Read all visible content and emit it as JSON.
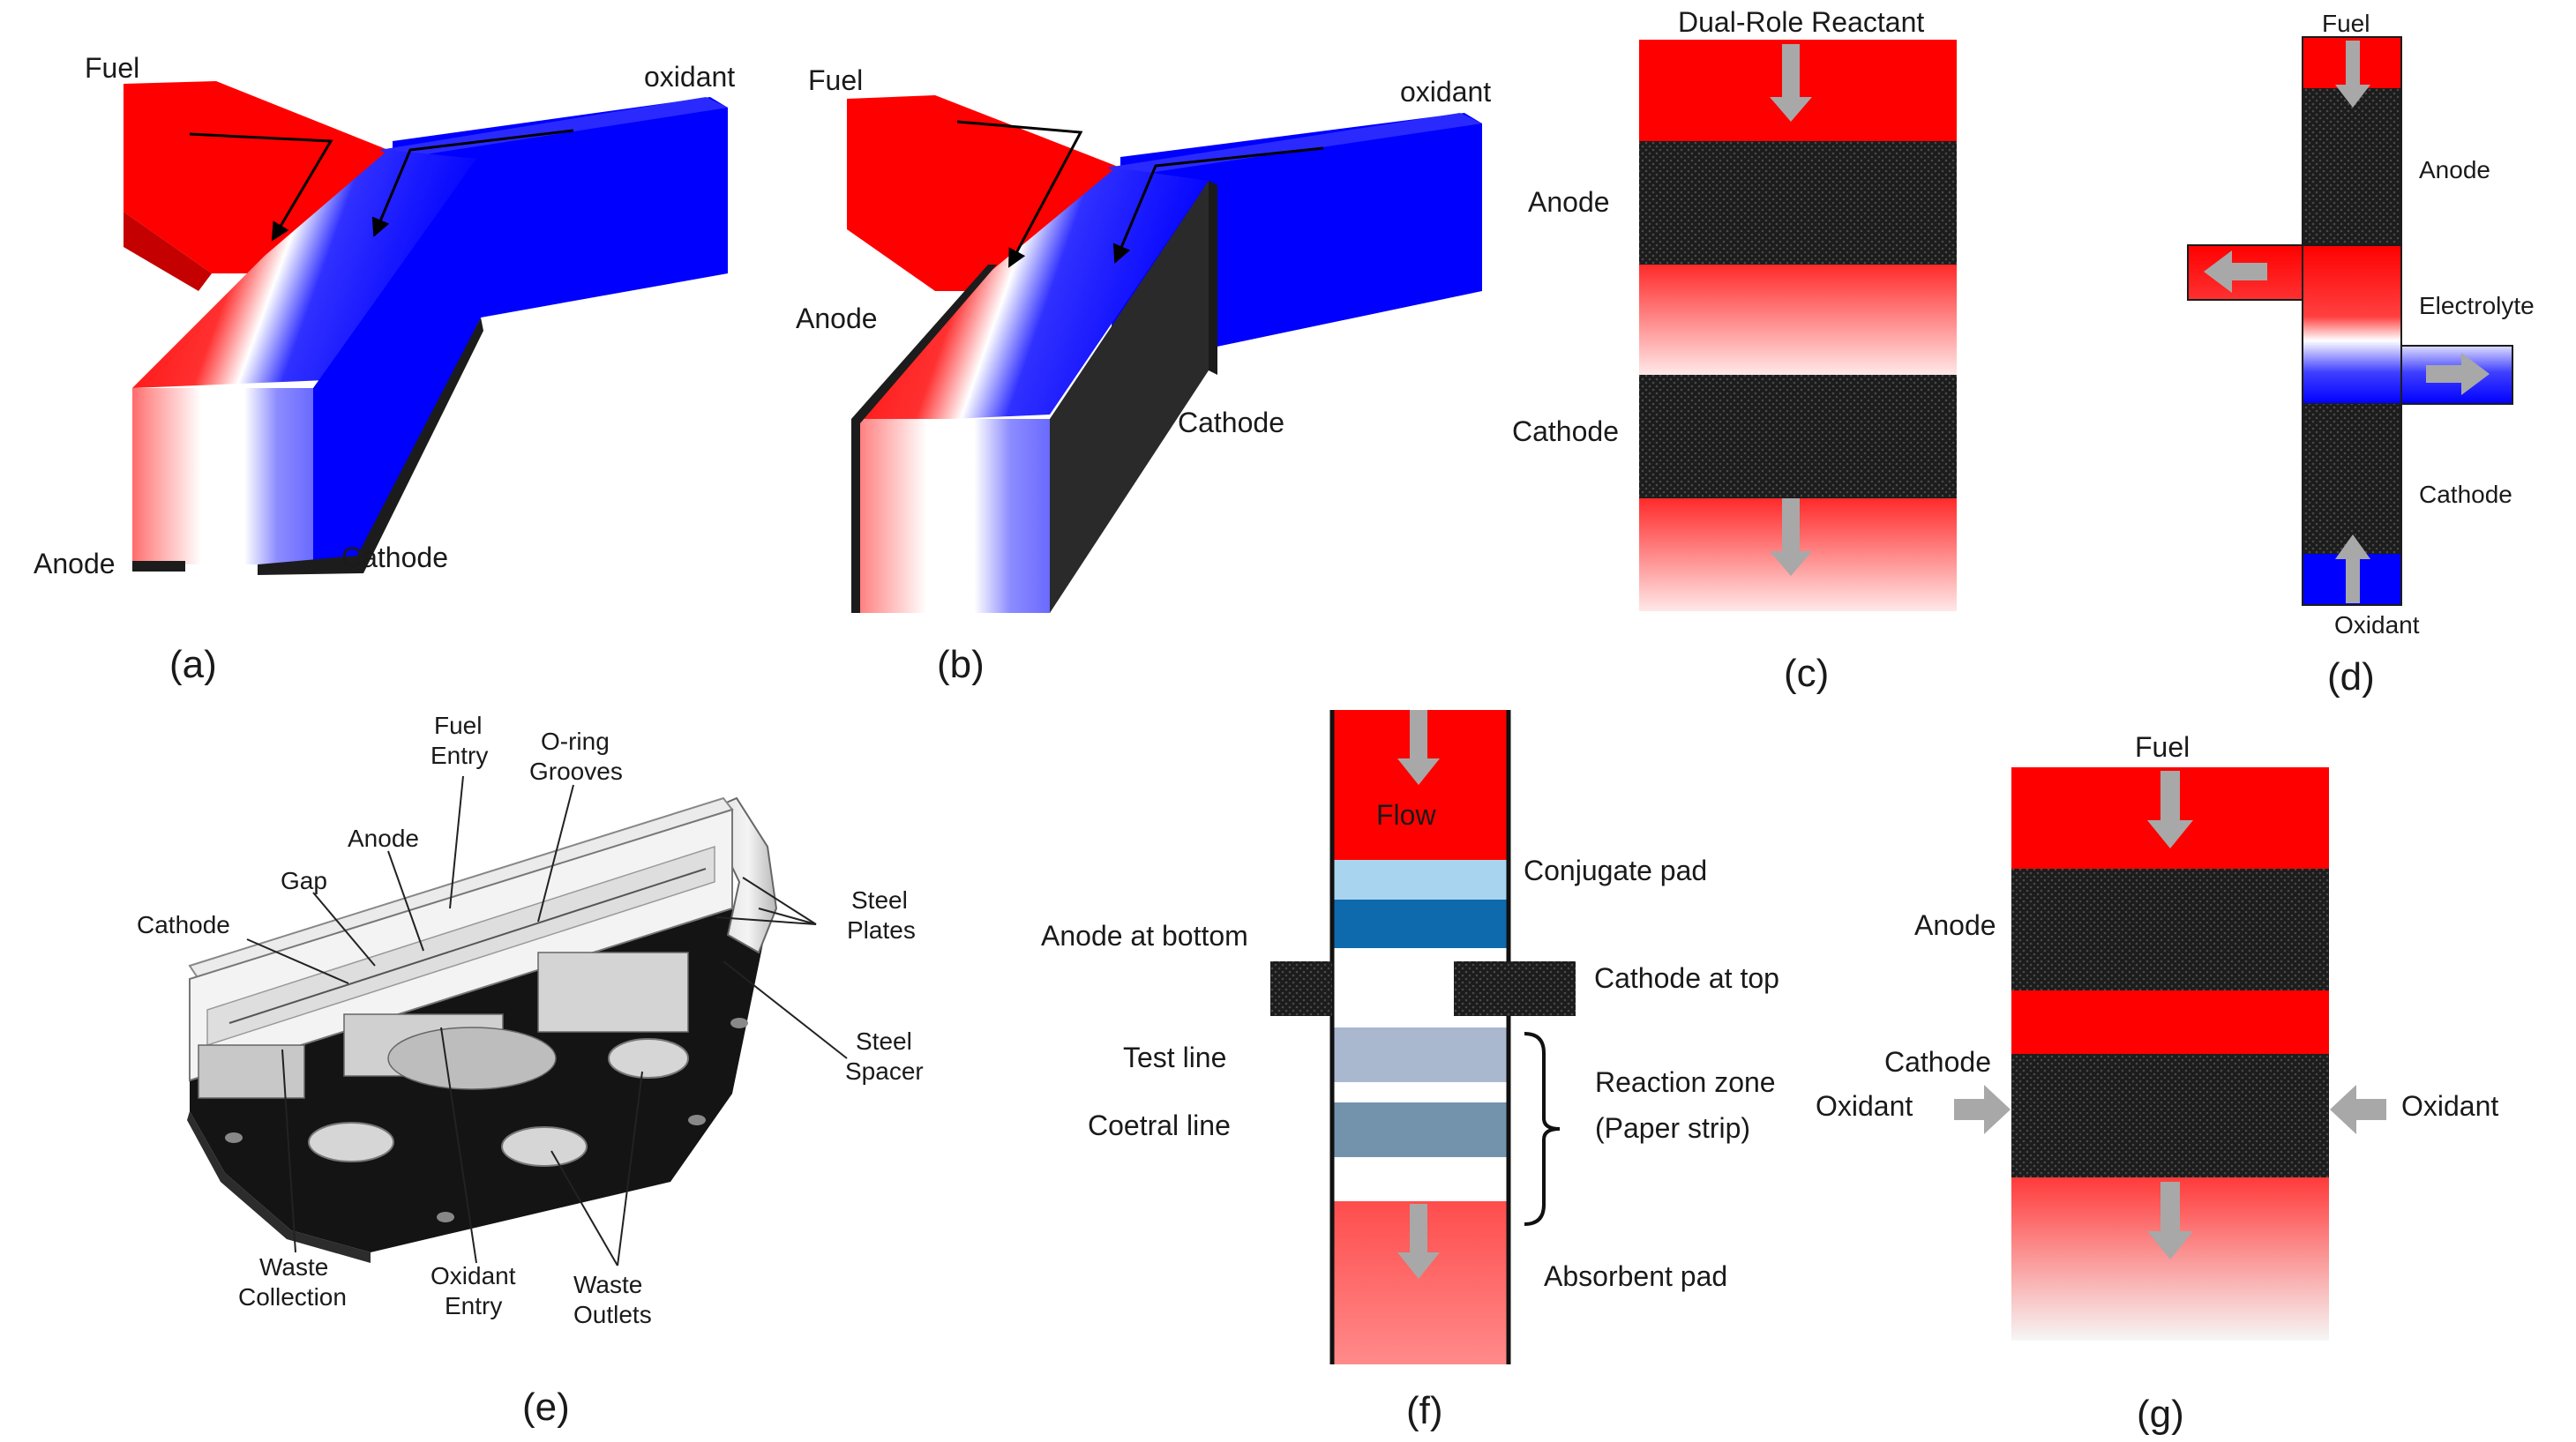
{
  "panels": {
    "a": {
      "caption": "(a)",
      "fuel": "Fuel",
      "oxidant": "oxidant",
      "anode": "Anode",
      "cathode": "Cathode"
    },
    "b": {
      "caption": "(b)",
      "fuel": "Fuel",
      "oxidant": "oxidant",
      "anode": "Anode",
      "cathode": "Cathode"
    },
    "c": {
      "caption": "(c)",
      "top": "Dual-Role Reactant",
      "anode": "Anode",
      "cathode": "Cathode"
    },
    "d": {
      "caption": "(d)",
      "fuel": "Fuel",
      "anode": "Anode",
      "electrolyte": "Electrolyte",
      "cathode": "Cathode",
      "oxidant": "Oxidant"
    },
    "e": {
      "caption": "(e)",
      "fuel_entry": [
        "Fuel",
        "Entry"
      ],
      "oring": [
        "O-ring",
        "Grooves"
      ],
      "anode": "Anode",
      "gap": "Gap",
      "cathode": "Cathode",
      "steel_plates": [
        "Steel",
        "Plates"
      ],
      "steel_spacer": [
        "Steel",
        "Spacer"
      ],
      "waste_collection": [
        "Waste",
        "Collection"
      ],
      "oxidant_entry": [
        "Oxidant",
        "Entry"
      ],
      "waste_outlets": [
        "Waste",
        "Outlets"
      ]
    },
    "f": {
      "caption": "(f)",
      "flow": "Flow",
      "conjugate": "Conjugate pad",
      "anode_bottom": "Anode at bottom",
      "cathode_top": "Cathode at top",
      "test_line": "Test line",
      "coetral_line": "Coetral line",
      "reaction_zone": "Reaction zone",
      "paper_strip": "(Paper strip)",
      "absorbent": "Absorbent pad"
    },
    "g": {
      "caption": "(g)",
      "fuel": "Fuel",
      "anode": "Anode",
      "cathode": "Cathode",
      "oxidant_left": "Oxidant",
      "oxidant_right": "Oxidant"
    }
  },
  "colors": {
    "fuel": "#ff0000",
    "oxidant": "#0000ff",
    "electrode": "#1c1c1c",
    "arrow": "#a8a8a8"
  }
}
